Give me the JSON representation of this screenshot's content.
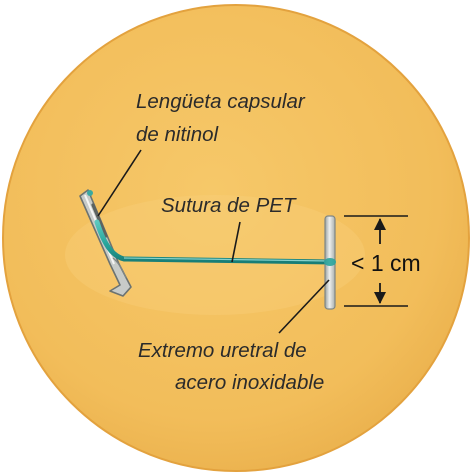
{
  "labels": {
    "tab_line1": "Lengüeta capsular",
    "tab_line2": "de nitinol",
    "suture": "Sutura de PET",
    "end_line1": "Extremo uretral de",
    "end_line2": "acero inoxidable",
    "measure": "< 1 cm"
  },
  "colors": {
    "disc_fill": "#f2bd5a",
    "disc_edge": "#e3a23e",
    "suture": "#29a79f",
    "metal": "#cfd3d1",
    "leader": "#1a1a1a"
  }
}
